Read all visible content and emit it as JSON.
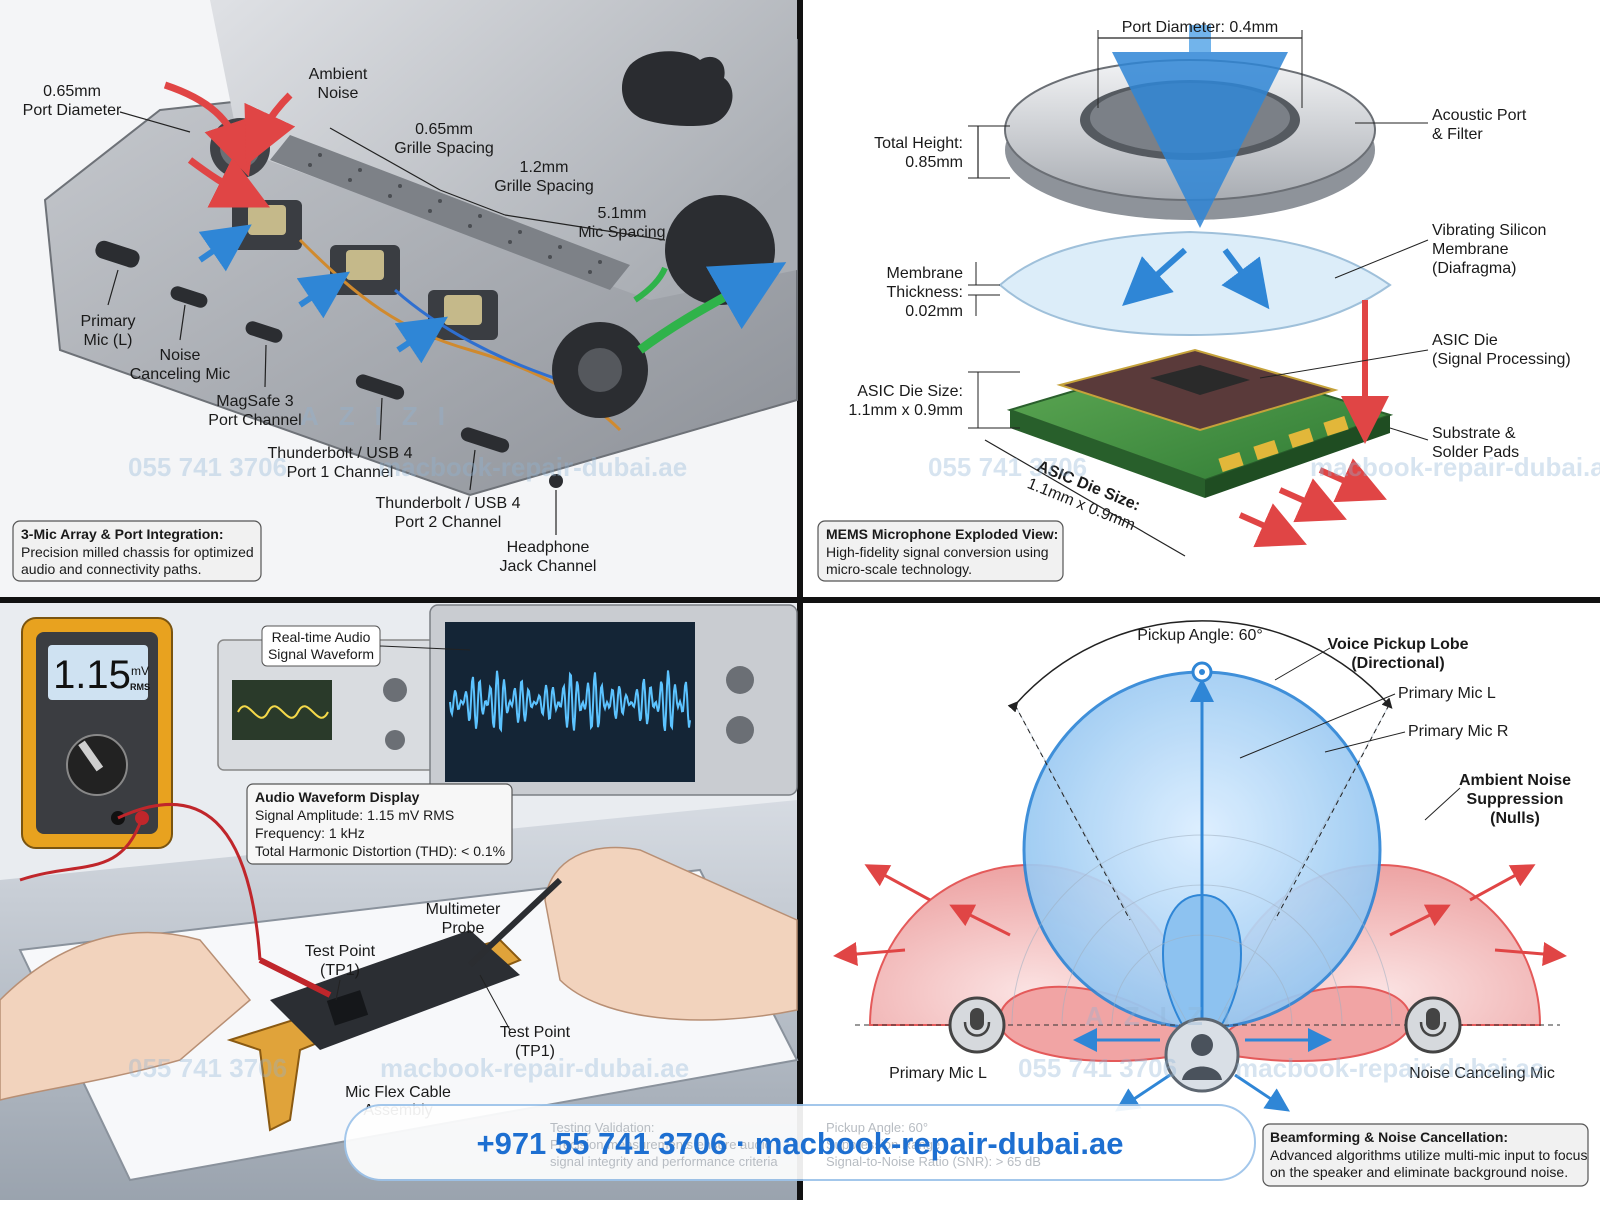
{
  "panels": {
    "chassis": {
      "labels": {
        "port_diameter": [
          "0.65mm",
          "Port Diameter"
        ],
        "ambient_noise": [
          "Ambient",
          "Noise"
        ],
        "grille_spacing_a": [
          "0.65mm",
          "Grille Spacing"
        ],
        "grille_spacing_b": [
          "1.2mm",
          "Grille Spacing"
        ],
        "mic_spacing": [
          "5.1mm",
          "Mic Spacing"
        ],
        "primary_mic": [
          "Primary",
          "Mic (L)"
        ],
        "noise_mic": [
          "Noise",
          "Canceling Mic"
        ],
        "magsafe": [
          "MagSafe 3",
          "Port Channel"
        ],
        "tb1": [
          "Thunderbolt / USB 4",
          "Port 1 Channel"
        ],
        "tb2": [
          "Thunderbolt / USB 4",
          "Port 2 Channel"
        ],
        "headphone": [
          "Headphone",
          "Jack Channel"
        ]
      },
      "caption": {
        "title": "3-Mic Array & Port Integration:",
        "lines": [
          "Precision milled chassis for optimized",
          "audio and connectivity paths."
        ]
      }
    },
    "mems": {
      "labels": {
        "port_diameter": "Port Diameter: 0.4mm",
        "total_height": [
          "Total Height:",
          "0.85mm"
        ],
        "acoustic_port": [
          "Acoustic Port",
          "& Filter"
        ],
        "membrane_thickness": [
          "Membrane",
          "Thickness:",
          "0.02mm"
        ],
        "silicon_membrane": [
          "Vibrating Silicon",
          "Membrane",
          "(Diafragma)"
        ],
        "asic_die": [
          "ASIC Die",
          "(Signal Processing)"
        ],
        "asic_size": [
          "ASIC Die Size:",
          "1.1mm x 0.9mm"
        ],
        "substrate": [
          "Substrate &",
          "Solder Pads"
        ],
        "asic_size_diag": [
          "ASIC Die Size:",
          "1.1mm x 0.9mm"
        ]
      },
      "caption": {
        "title": "MEMS Microphone Exploded View:",
        "lines": [
          "High-fidelity signal conversion using",
          "micro-scale technology."
        ]
      }
    },
    "testing": {
      "meter_reading": "1.15",
      "meter_unit": "mV",
      "meter_mode": "RMS",
      "waveform_label": [
        "Real-time Audio",
        "Signal Waveform"
      ],
      "display_box": {
        "title": "Audio Waveform Display",
        "lines": [
          "Signal Amplitude: 1.15 mV RMS",
          "Frequency: 1 kHz",
          "Total Harmonic Distortion (THD): < 0.1%"
        ]
      },
      "labels": {
        "multimeter_probe": [
          "Multimeter",
          "Probe"
        ],
        "tp1_a": [
          "Test Point",
          "(TP1)"
        ],
        "tp1_b": [
          "Test Point",
          "(TP1)"
        ],
        "flex_cable": [
          "Mic Flex Cable",
          "Assembly"
        ]
      }
    },
    "beam": {
      "labels": {
        "pickup_angle": "Pickup Angle: 60°",
        "voice_lobe": [
          "Voice Pickup Lobe",
          "(Directional)"
        ],
        "primary_l": "Primary Mic L",
        "primary_r": "Primary Mic R",
        "ambient": [
          "Ambient Noise",
          "Suppression",
          "(Nulls)"
        ],
        "mic_left": "Primary Mic L",
        "mic_right": "Noise Canceling Mic"
      },
      "caption": {
        "title": "Beamforming & Noise Cancellation:",
        "lines": [
          "Advanced algorithms utilize multi-mic input to focus",
          "on the speaker and eliminate background noise."
        ]
      }
    }
  },
  "watermark": {
    "phone": "055 741 3706",
    "site": "macbook-repair-dubai.ae",
    "logo": "AZIZI"
  },
  "banner": {
    "text": "+971 55 741 3706 · macbook-repair-dubai.ae",
    "hidden_left": [
      "Testing Validation:",
      "Precision measurements ensure audio",
      "signal integrity and performance criteria"
    ],
    "hidden_right": [
      "Pickup Angle: 60°",
      "Suppression Range",
      "Signal-to-Noise Ratio (SNR): > 65 dB"
    ]
  },
  "colors": {
    "accent_blue": "#2f86d6",
    "noise_red": "#e04545",
    "signal_green": "#2fb34a",
    "banner_text": "#1d6fd1"
  }
}
